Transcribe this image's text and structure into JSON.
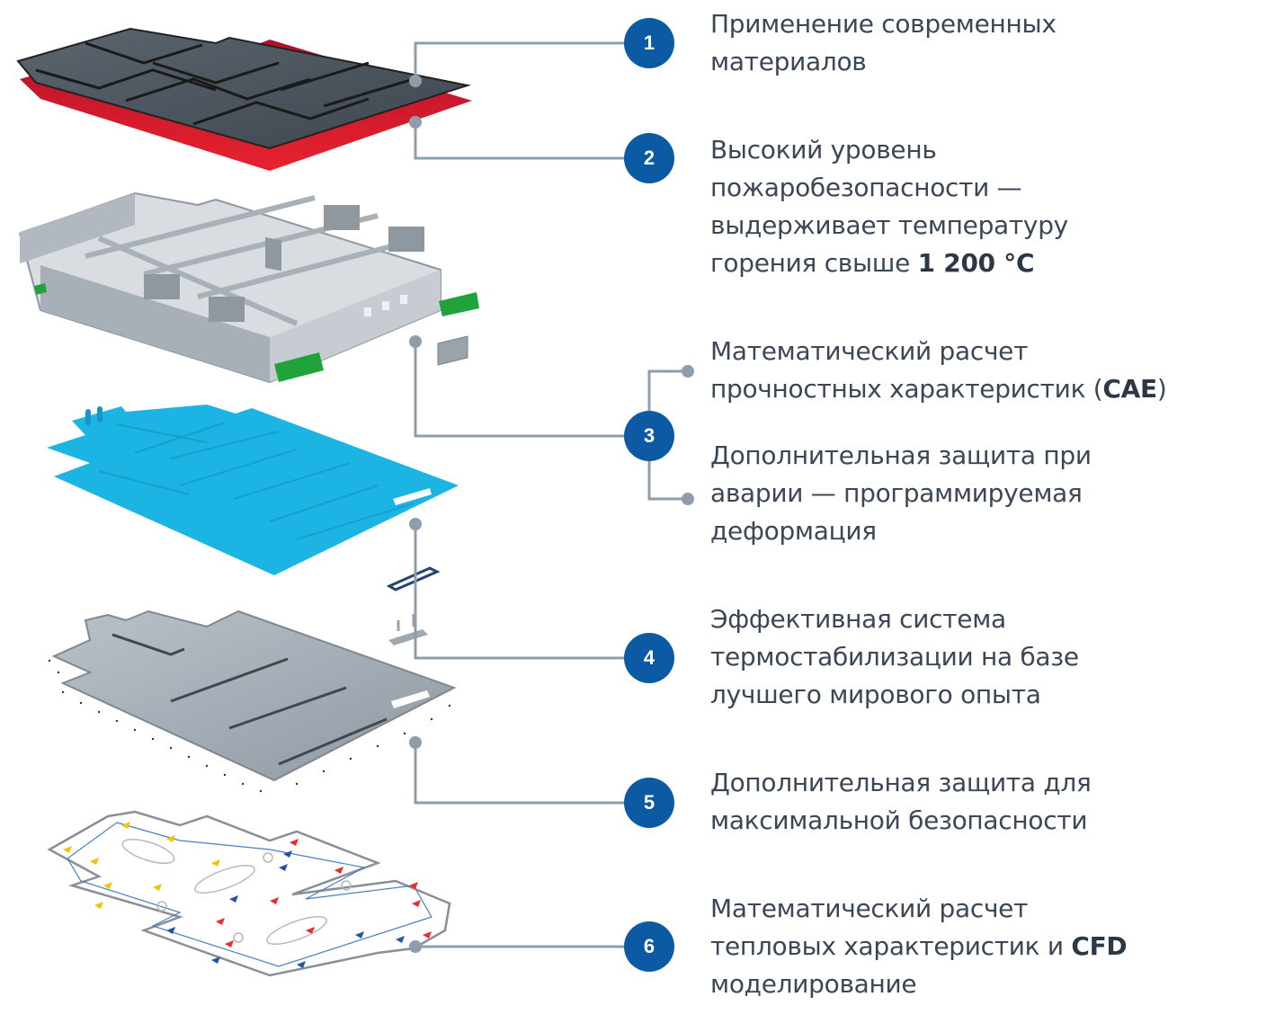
{
  "features": [
    {
      "number": "1",
      "lines": [
        "Применение современных",
        "материалов"
      ]
    },
    {
      "number": "2",
      "lines": [
        "Высокий уровень",
        "пожаробезопасности —",
        "выдерживает температуру"
      ],
      "last_line_prefix": "горения свыше ",
      "last_line_bold": "1 200 °C"
    },
    {
      "number": "3",
      "item_a": {
        "line1": "Математический расчет",
        "line2_prefix": "прочностных характеристик (",
        "line2_bold": "CAE",
        "line2_suffix": ")"
      },
      "item_b": {
        "lines": [
          "Дополнительная защита при",
          "аварии — программируемая",
          "деформация"
        ]
      }
    },
    {
      "number": "4",
      "lines": [
        "Эффективная система",
        "термостабилизации на базе",
        "лучшего мирового опыта"
      ]
    },
    {
      "number": "5",
      "lines": [
        "Дополнительная защита для",
        "максимальной безопасности"
      ]
    },
    {
      "number": "6",
      "line1": "Математический расчет",
      "line2_prefix": "тепловых характеристик и ",
      "line2_bold": "CFD",
      "line3": "моделирование"
    }
  ],
  "colors": {
    "badge": "#0b5aa3",
    "connector": "#8f9daa",
    "text": "#3b4756",
    "lid": "#4a535c",
    "fire_layer": "#e0202c",
    "frame": "#b9bfc5",
    "frame_mounts": "#1fa33a",
    "cooling_plate": "#1cb4e2",
    "bottom_tray": "#a9b1b9",
    "flow_cold": "#1e56a8",
    "flow_hot": "#ee2a2a",
    "flow_warm": "#f5c400"
  }
}
